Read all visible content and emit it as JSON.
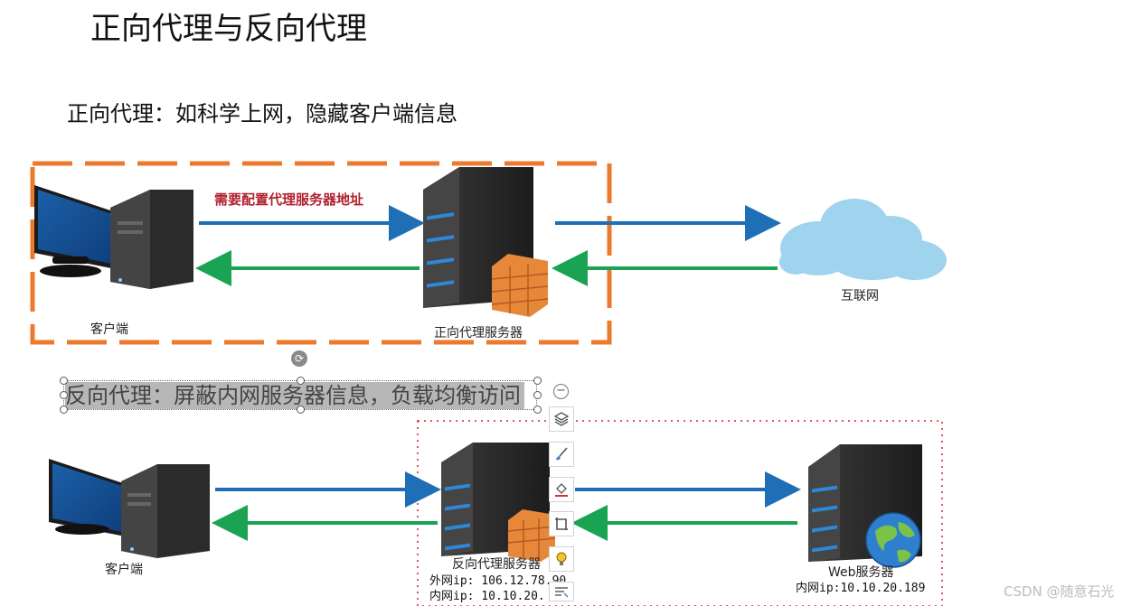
{
  "title": "正向代理与反向代理",
  "forward": {
    "caption": "正向代理：如科学上网，隐藏客户端信息",
    "note": "需要配置代理服务器地址",
    "client_label": "客户端",
    "proxy_label": "正向代理服务器",
    "internet_label": "互联网"
  },
  "reverse": {
    "caption": "反向代理：屏蔽内网服务器信息，负载均衡访问",
    "client_label": "客户端",
    "proxy_label": "反向代理服务器",
    "proxy_external_ip": "外网ip: 106.12.78.90",
    "proxy_internal_ip": "内网ip: 10.10.20.  0",
    "web_label": "Web服务器",
    "web_internal_ip": "内网ip:10.10.20.189"
  },
  "toolbar": {
    "buttons": [
      {
        "icon": "layers-icon"
      },
      {
        "icon": "brush-icon"
      },
      {
        "icon": "fill-icon"
      },
      {
        "icon": "crop-icon"
      },
      {
        "icon": "lightbulb-icon"
      },
      {
        "icon": "text-wrap-icon"
      }
    ]
  },
  "colors": {
    "forward_border": "#ec7a2c",
    "reverse_border": "#e05560",
    "blue_arrow": "#1f6fb6",
    "green_arrow": "#1aa352",
    "note_red": "#b0202e",
    "cloud": "#9fd3ee",
    "server": "#2b2b2b",
    "firewall": "#e6873a"
  },
  "watermark": "CSDN @随意石光"
}
